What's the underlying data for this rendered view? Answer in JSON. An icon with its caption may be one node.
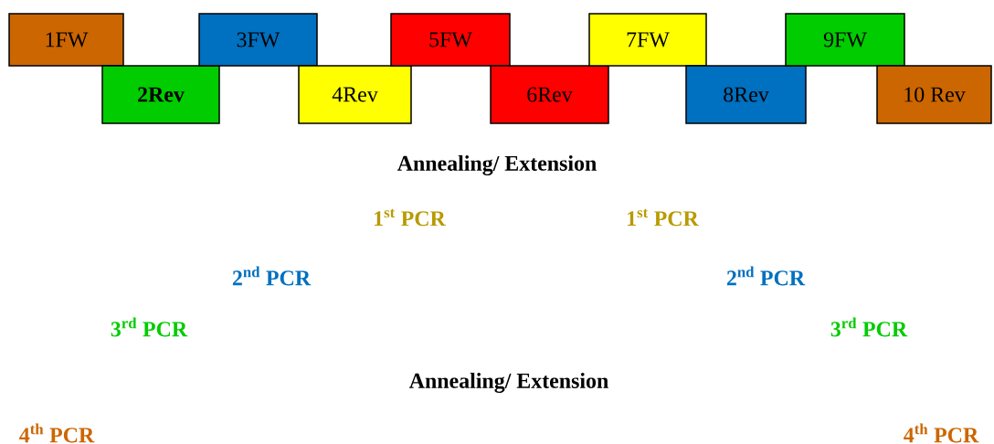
{
  "diagram": {
    "nodes": [
      {
        "text": [
          "1FW"
        ]
      },
      {
        "text": [
          "2Rev"
        ]
      },
      {
        "text": [
          "3FW"
        ]
      },
      {
        "text": [
          "4Rev"
        ]
      },
      {
        "text": [
          "5FW"
        ]
      },
      {
        "text": [
          "6Rev"
        ]
      },
      {
        "text": [
          "7FW"
        ]
      },
      {
        "text": [
          "8Rev"
        ]
      },
      {
        "text": [
          "9FW"
        ]
      },
      {
        "text": [
          "10 Rev"
        ]
      }
    ],
    "labels": [
      "Annealing/ Extension",
      "1$^{st}$ PCR",
      "1$^{st}$ PCR",
      "2$^{nd}$ PCR",
      "2$^{nd}$ PCR",
      "3$^{rd}$ PCR",
      "3$^{rd}$ PCR",
      "Annealing/ Extension",
      "4$^{th}$ PCR",
      "4$^{th}$ PCR"
    ]
  }
}
